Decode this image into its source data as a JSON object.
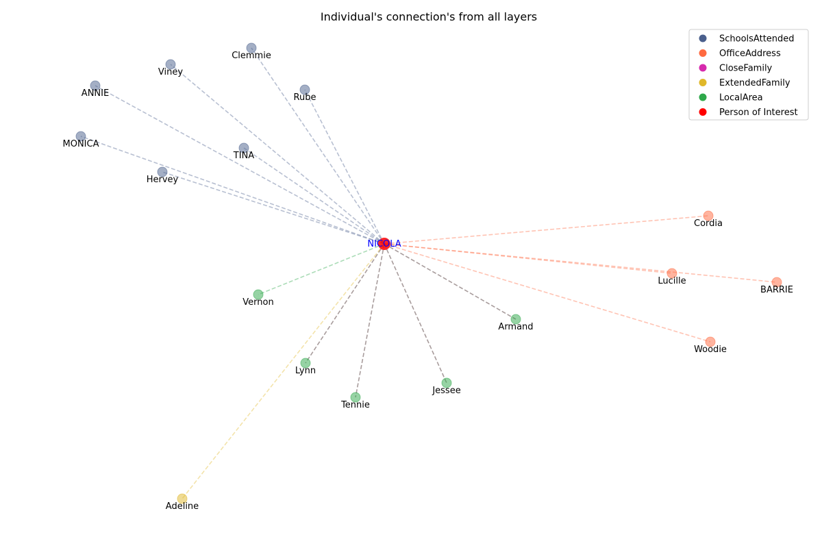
{
  "title": "Individual's connection's from all layers",
  "center": {
    "name": "NICOLA",
    "label_color": "#0000ff",
    "color": "#ff0000"
  },
  "layers": [
    {
      "key": "schools",
      "name": "SchoolsAttended",
      "color": "#4a5f8c"
    },
    {
      "key": "office",
      "name": "OfficeAddress",
      "color": "#ff6a40"
    },
    {
      "key": "close",
      "name": "CloseFamily",
      "color": "#d62aad"
    },
    {
      "key": "extended",
      "name": "ExtendedFamily",
      "color": "#e0b82a"
    },
    {
      "key": "local",
      "name": "LocalArea",
      "color": "#2ea84a"
    },
    {
      "key": "poi",
      "name": "Person of Interest",
      "color": "#ff0000"
    }
  ],
  "nodes": [
    {
      "name": "Clemmie",
      "layer": "schools"
    },
    {
      "name": "Viney",
      "layer": "schools"
    },
    {
      "name": "ANNIE",
      "layer": "schools"
    },
    {
      "name": "Rube",
      "layer": "schools"
    },
    {
      "name": "MONICA",
      "layer": "schools"
    },
    {
      "name": "TINA",
      "layer": "schools"
    },
    {
      "name": "Hervey",
      "layer": "schools"
    },
    {
      "name": "Cordia",
      "layer": "office"
    },
    {
      "name": "Lucille",
      "layer": "office"
    },
    {
      "name": "BARRIE",
      "layer": "office"
    },
    {
      "name": "Woodie",
      "layer": "office"
    },
    {
      "name": "Vernon",
      "layer": "local"
    },
    {
      "name": "Armand",
      "layer": "local"
    },
    {
      "name": "Lynn",
      "layer": "local"
    },
    {
      "name": "Tennie",
      "layer": "local"
    },
    {
      "name": "Jessee",
      "layer": "local"
    },
    {
      "name": "Adeline",
      "layer": "extended"
    }
  ]
}
